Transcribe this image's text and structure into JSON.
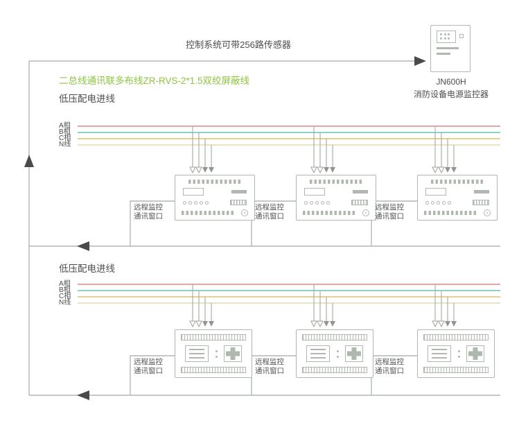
{
  "colors": {
    "line": "#afb8af",
    "arrow": "#4a4a4a",
    "arrow_small": "#8f978f",
    "text": "#4d4d4d",
    "accent_green": "#8dc63f",
    "phase_a": "#eba49e",
    "phase_b": "#8ed1c5",
    "phase_c": "#e9d08f",
    "phase_n": "#e9e4c6"
  },
  "top_arrow_label": "控制系统可带256路传感器",
  "bus_note": "二总线通讯联多布线ZR-RVS-2*1.5双绞屏蔽线",
  "controller": {
    "model": "JN600H",
    "name": "消防设备电源监控器"
  },
  "sections": [
    {
      "title": "低压配电进线",
      "phases": [
        "A相",
        "B相",
        "C相",
        "N线"
      ],
      "monitor_label": {
        "line1": "远程监控",
        "line2": "通讯窗口"
      }
    },
    {
      "title": "低压配电进线",
      "phases": [
        "A相",
        "B相",
        "C相",
        "N线"
      ],
      "monitor_label": {
        "line1": "远程监控",
        "line2": "通讯窗口"
      }
    }
  ]
}
